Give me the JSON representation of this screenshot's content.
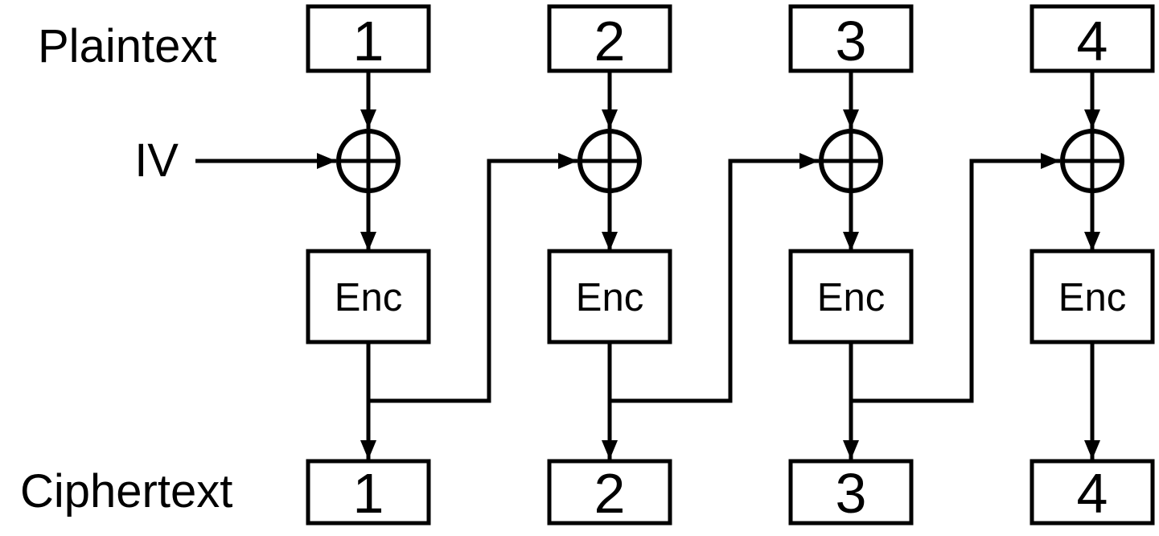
{
  "diagram": {
    "row_labels": {
      "plaintext": "Plaintext",
      "ciphertext": "Ciphertext"
    },
    "iv_label": "IV",
    "enc_label": "Enc",
    "columns": [
      {
        "plaintext": "1",
        "ciphertext": "1"
      },
      {
        "plaintext": "2",
        "ciphertext": "2"
      },
      {
        "plaintext": "3",
        "ciphertext": "3"
      },
      {
        "plaintext": "4",
        "ciphertext": "4"
      }
    ]
  },
  "icons": {
    "xor": "circle-plus-xor-icon",
    "arrowhead": "filled-triangle-arrow"
  },
  "colors": {
    "line": "#000000",
    "background": "#ffffff"
  }
}
